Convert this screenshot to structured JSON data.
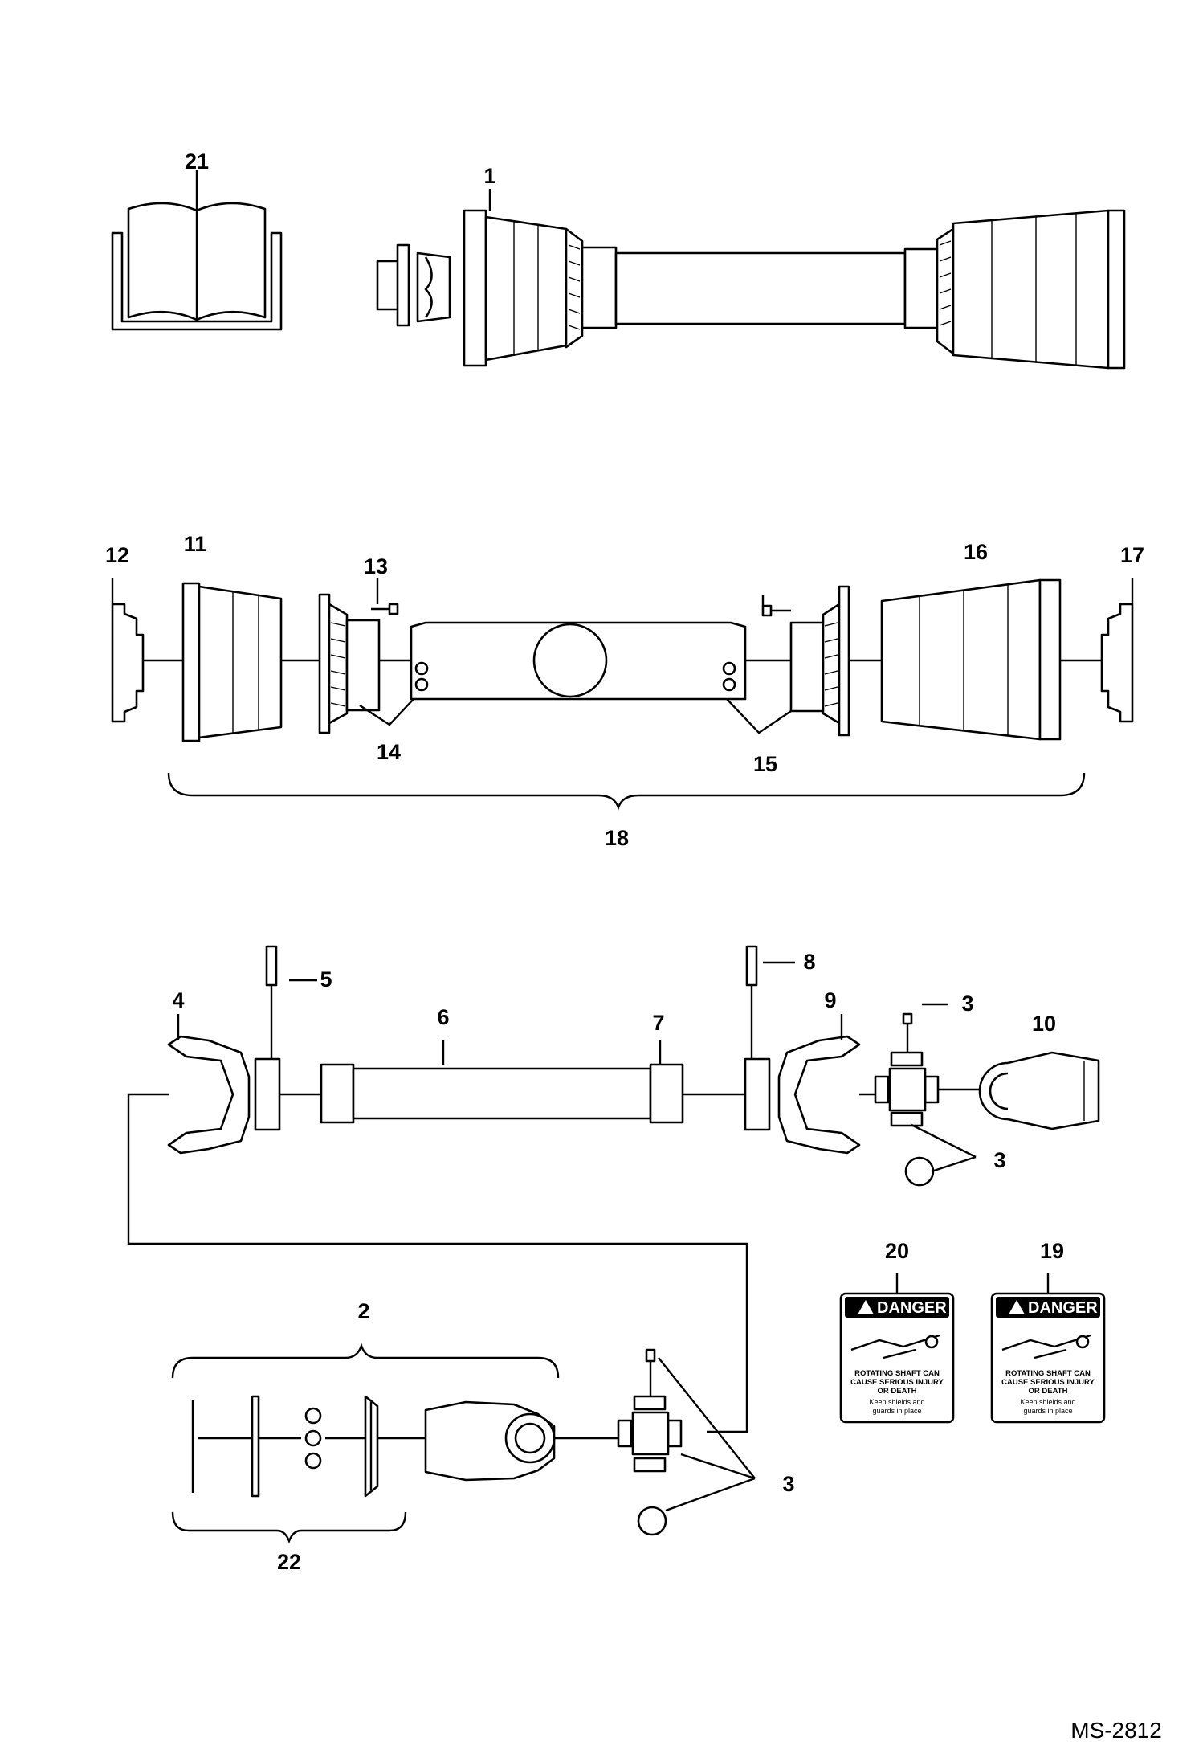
{
  "callouts": {
    "n1": "1",
    "n2": "2",
    "n3a": "3",
    "n3b": "3",
    "n3c": "3",
    "n4": "4",
    "n5": "5",
    "n6": "6",
    "n7": "7",
    "n8": "8",
    "n9": "9",
    "n10": "10",
    "n11": "11",
    "n12": "12",
    "n13": "13",
    "n14": "14",
    "n15": "15",
    "n16": "16",
    "n17": "17",
    "n18": "18",
    "n19": "19",
    "n20": "20",
    "n21": "21",
    "n22": "22"
  },
  "decals": {
    "header": "DANGER",
    "line1": "ROTATING SHAFT CAN",
    "line2": "CAUSE SERIOUS INJURY",
    "line3": "OR DEATH",
    "note1": "Keep shields and",
    "note2": "guards in place"
  },
  "drawing_code": "MS-2812"
}
